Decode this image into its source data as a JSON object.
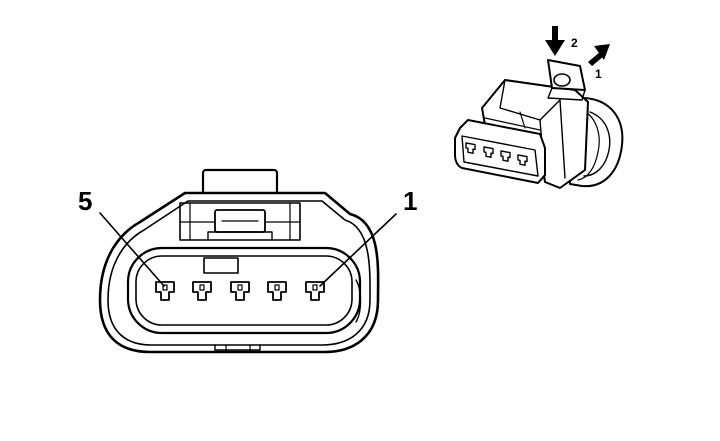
{
  "front_view": {
    "pin_label_left": "5",
    "pin_label_right": "1",
    "pin_count": 5
  },
  "iso_view": {
    "arrow_down_label": "2",
    "arrow_slide_label": "1",
    "pin_count": 4
  },
  "colors": {
    "line": "#000000",
    "fill": "#ffffff"
  }
}
